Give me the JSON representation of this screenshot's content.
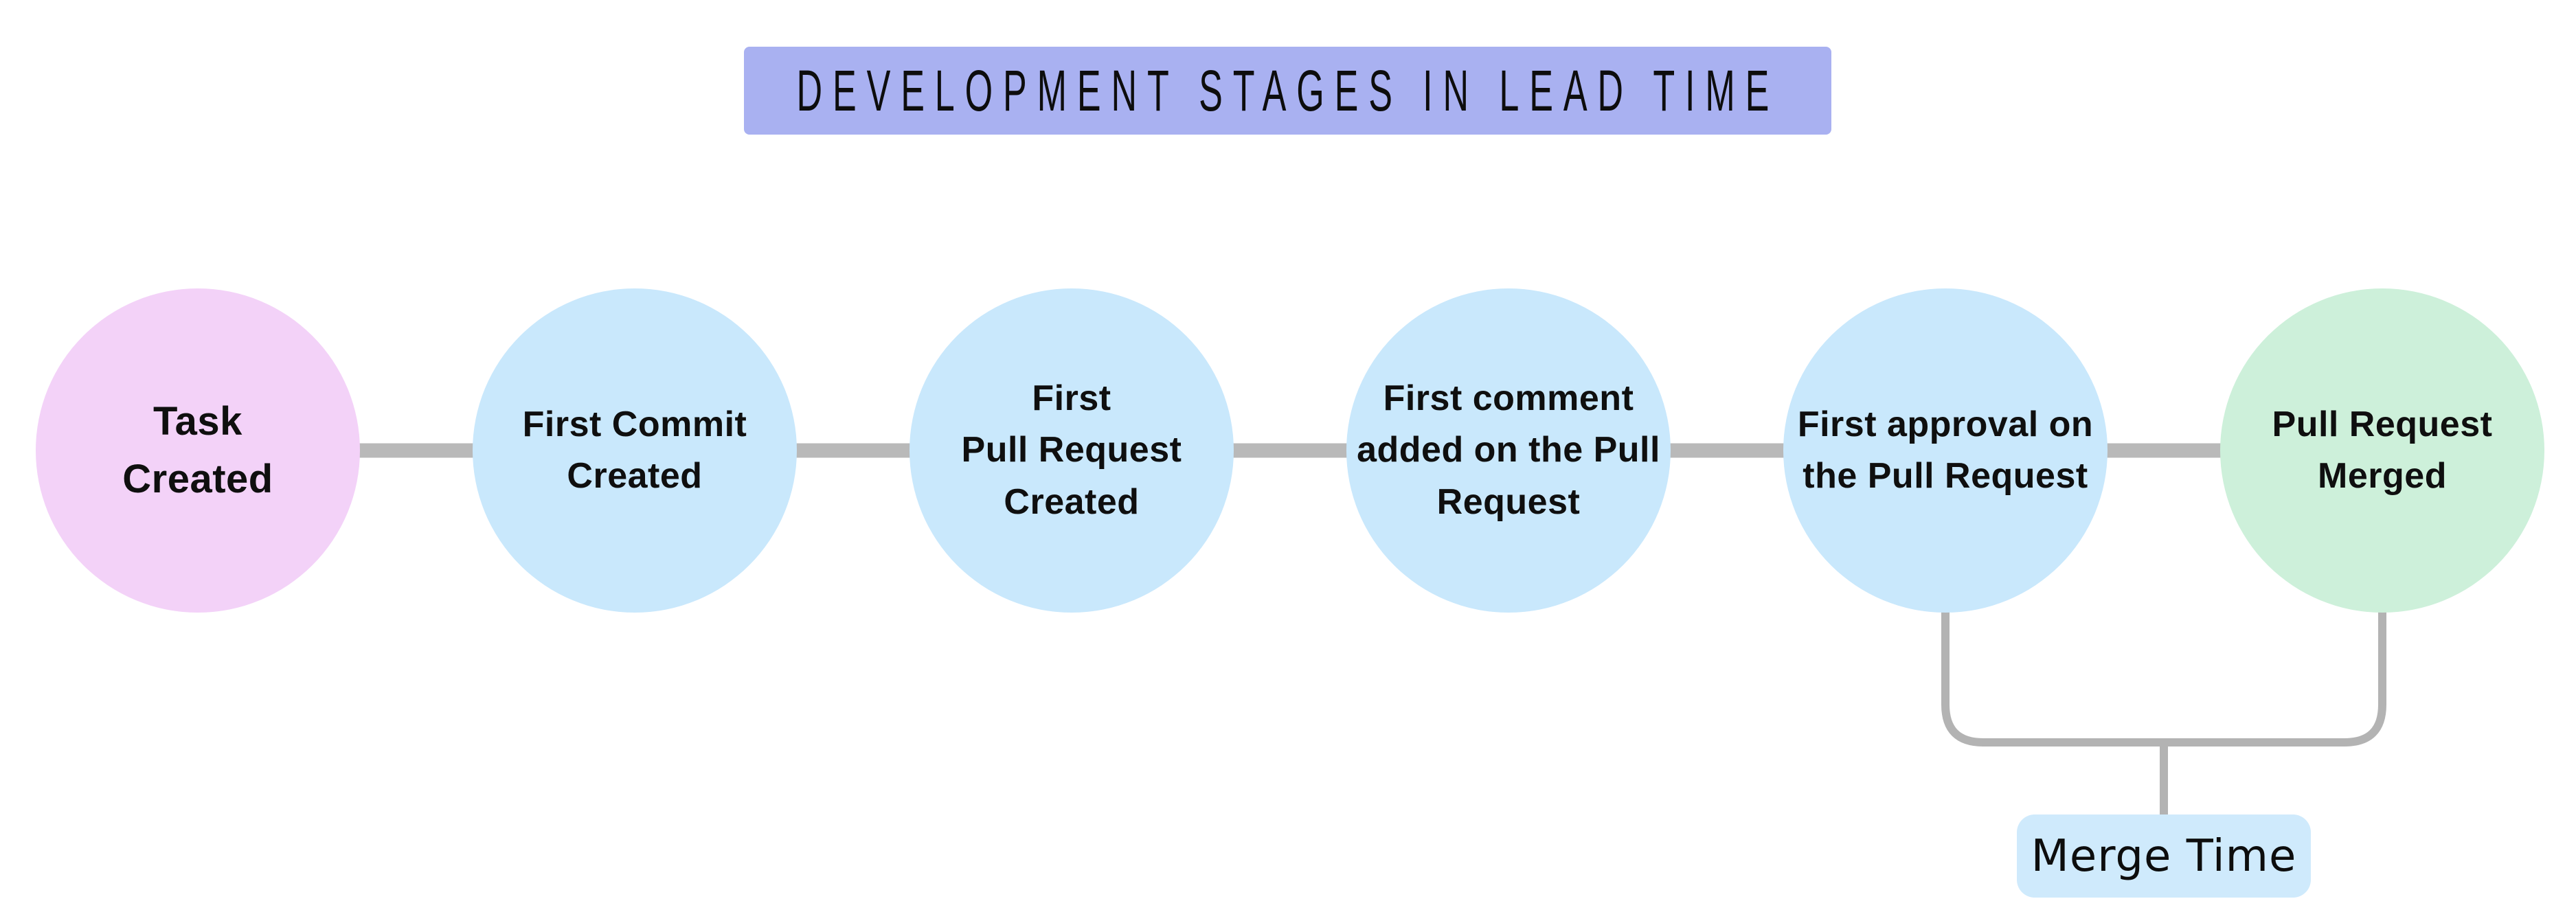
{
  "page": {
    "background_color": "#ffffff"
  },
  "title": {
    "text": "DEVELOPMENT STAGES IN LEAD TIME",
    "bg_color": "#a9b1f1",
    "text_color": "#0d0d0d"
  },
  "stages": [
    {
      "id": "task-created",
      "label": "Task\nCreated",
      "color": "#f3d2f8",
      "role": "start"
    },
    {
      "id": "first-commit-created",
      "label": "First Commit\nCreated",
      "color": "#c9e8fc",
      "role": "middle"
    },
    {
      "id": "first-pull-request-created",
      "label": "First\nPull Request\nCreated",
      "color": "#c9e8fc",
      "role": "middle"
    },
    {
      "id": "first-comment-added",
      "label": "First comment\nadded on the Pull\nRequest",
      "color": "#c9e8fc",
      "role": "middle"
    },
    {
      "id": "first-approval",
      "label": "First approval on\nthe Pull Request",
      "color": "#c9e8fc",
      "role": "middle"
    },
    {
      "id": "pull-request-merged",
      "label": "Pull Request\nMerged",
      "color": "#cdf0da",
      "role": "end"
    }
  ],
  "connector": {
    "color": "#b9b9b9"
  },
  "bracket": {
    "color": "#b3b3b3",
    "label": "Merge Time",
    "label_bg": "#cfeafc",
    "spans_stages": [
      "first-approval",
      "pull-request-merged"
    ]
  }
}
